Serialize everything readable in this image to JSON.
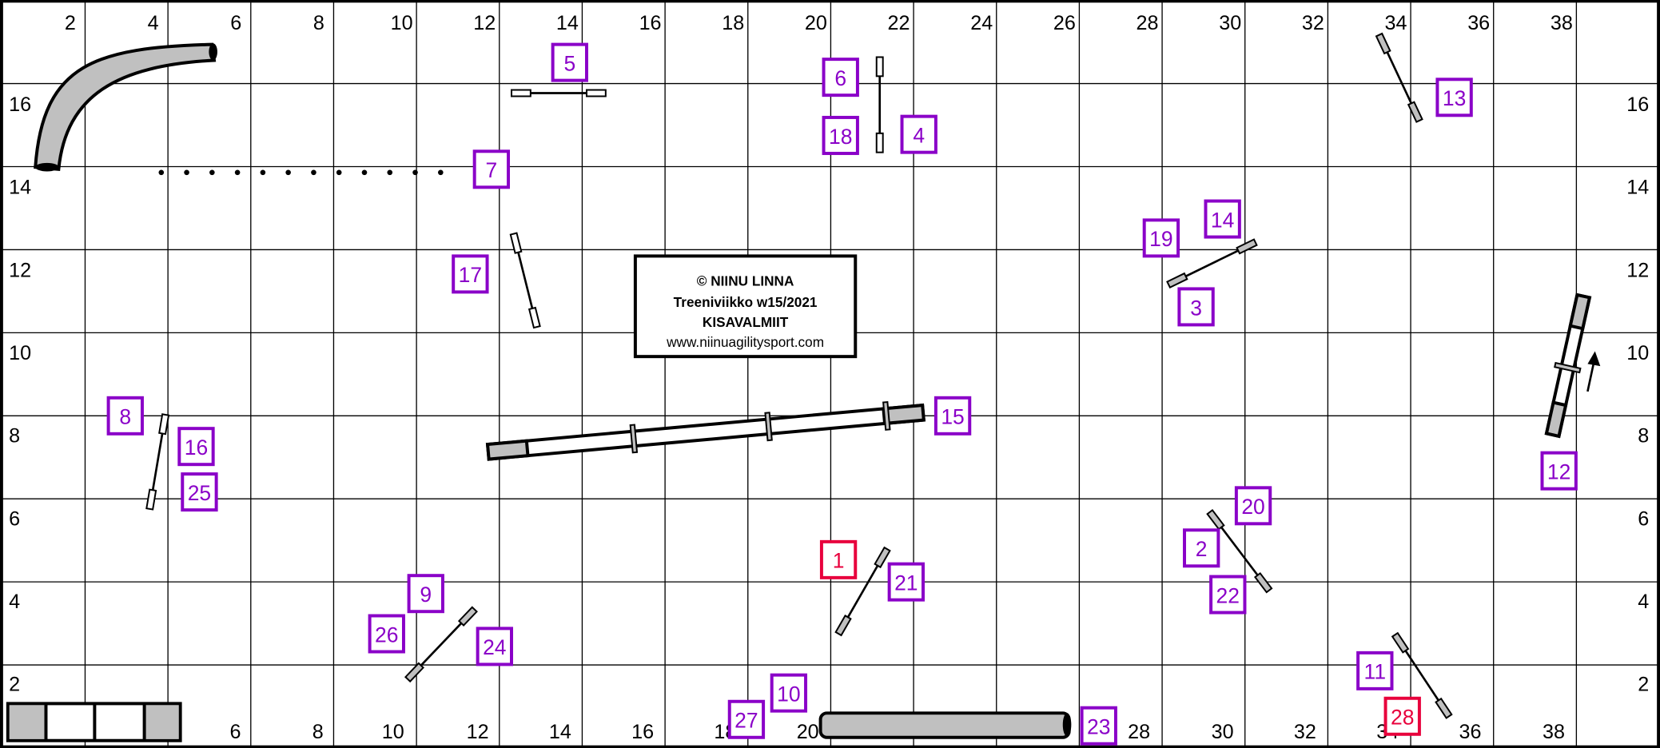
{
  "course_map": {
    "copyright": {
      "line1": "© NIINU LINNA",
      "line2": "Treeniviikko w15/2021",
      "line3": "KISAVALMIIT",
      "line4": "www.niinuagilitysport.com"
    },
    "x_axis_top": [
      "2",
      "4",
      "6",
      "8",
      "10",
      "12",
      "14",
      "16",
      "18",
      "20",
      "22",
      "24",
      "26",
      "28",
      "30",
      "32",
      "34",
      "36",
      "38"
    ],
    "x_axis_bottom": [
      "6",
      "8",
      "10",
      "12",
      "14",
      "16",
      "18",
      "20",
      "28",
      "30",
      "32",
      "34",
      "36",
      "38"
    ],
    "y_axis": [
      "16",
      "14",
      "12",
      "10",
      "8",
      "6",
      "4",
      "2"
    ],
    "colors": {
      "purple": "#8a00c8",
      "red": "#e8003c",
      "grey": "#c0c0c0"
    },
    "numbers": [
      {
        "n": "5",
        "color": "purple"
      },
      {
        "n": "6",
        "color": "purple"
      },
      {
        "n": "18",
        "color": "purple"
      },
      {
        "n": "4",
        "color": "purple"
      },
      {
        "n": "7",
        "color": "purple"
      },
      {
        "n": "13",
        "color": "purple"
      },
      {
        "n": "17",
        "color": "purple"
      },
      {
        "n": "19",
        "color": "purple"
      },
      {
        "n": "14",
        "color": "purple"
      },
      {
        "n": "3",
        "color": "purple"
      },
      {
        "n": "15",
        "color": "purple"
      },
      {
        "n": "8",
        "color": "purple"
      },
      {
        "n": "16",
        "color": "purple"
      },
      {
        "n": "25",
        "color": "purple"
      },
      {
        "n": "12",
        "color": "purple"
      },
      {
        "n": "20",
        "color": "purple"
      },
      {
        "n": "2",
        "color": "purple"
      },
      {
        "n": "22",
        "color": "purple"
      },
      {
        "n": "1",
        "color": "red"
      },
      {
        "n": "21",
        "color": "purple"
      },
      {
        "n": "9",
        "color": "purple"
      },
      {
        "n": "26",
        "color": "purple"
      },
      {
        "n": "24",
        "color": "purple"
      },
      {
        "n": "11",
        "color": "purple"
      },
      {
        "n": "28",
        "color": "red"
      },
      {
        "n": "10",
        "color": "purple"
      },
      {
        "n": "27",
        "color": "purple"
      },
      {
        "n": "23",
        "color": "purple"
      }
    ]
  }
}
